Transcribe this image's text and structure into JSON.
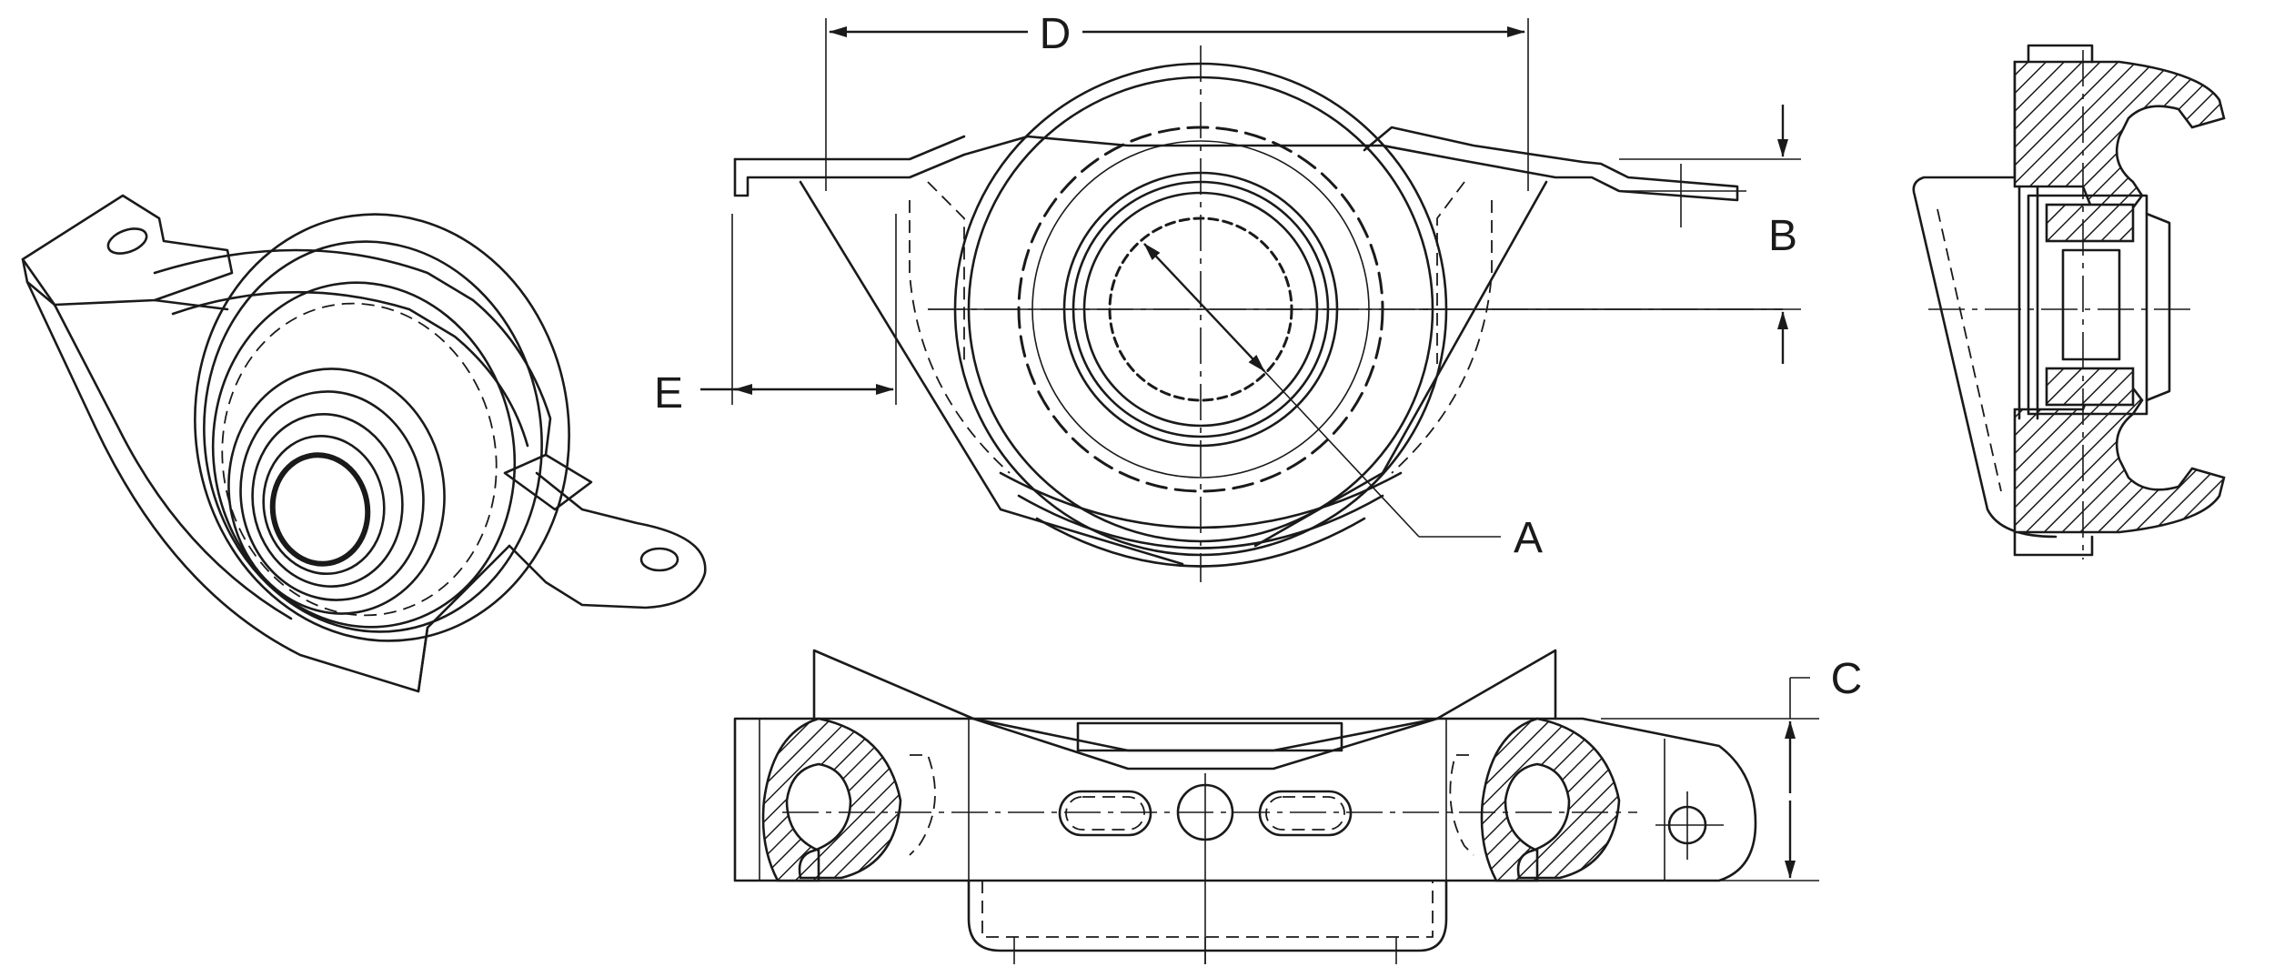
{
  "dimension_labels": {
    "a": "A",
    "b": "B",
    "c": "C",
    "d": "D",
    "e": "E"
  },
  "views": [
    "isometric-view",
    "front-view",
    "side-section-view",
    "bottom-view"
  ],
  "colors": {
    "line": "#1a1a1a",
    "background": "#ffffff"
  }
}
